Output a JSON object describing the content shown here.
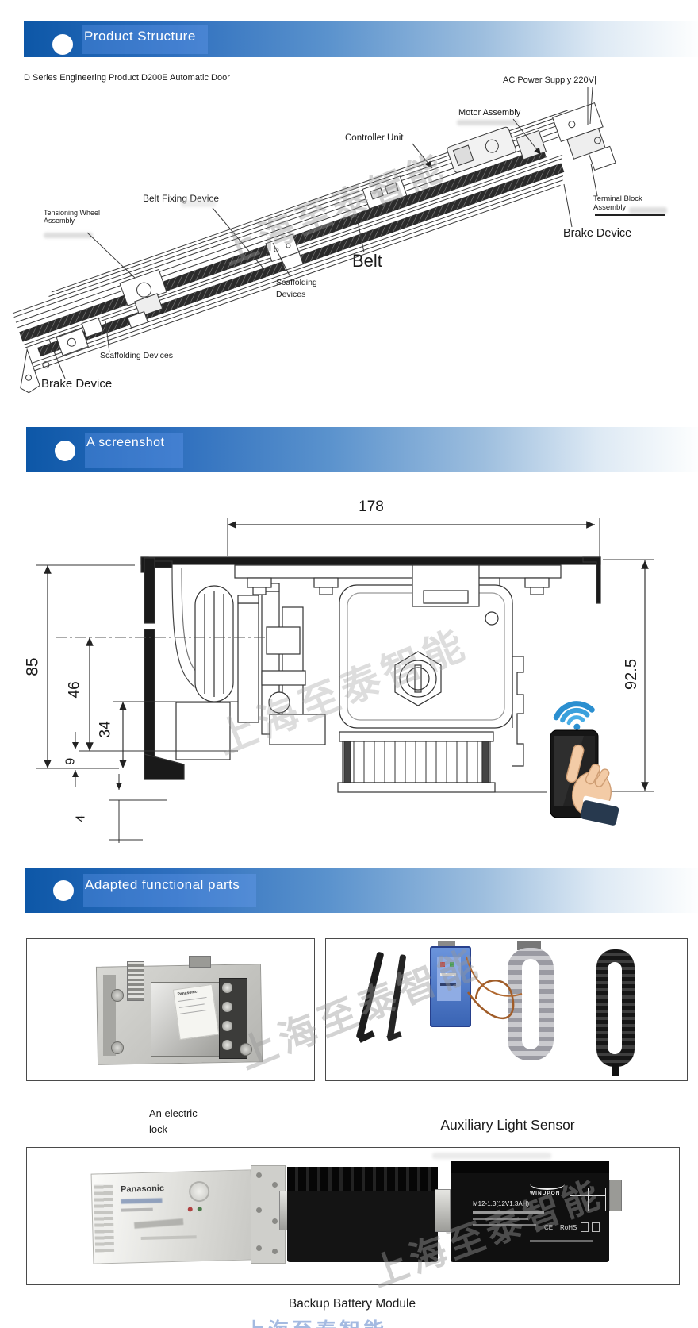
{
  "banners": {
    "product_structure": "Product Structure",
    "screenshot": "A screenshot",
    "adapted_parts": "Adapted functional parts"
  },
  "diagram": {
    "title": "D Series Engineering Product D200E Automatic Door",
    "ac_power": "AC Power Supply 220V|",
    "motor": "Motor Assembly",
    "controller": "Controller Unit",
    "belt_fixing": "Belt Fixing Device",
    "terminal_line1": "Terminal Block",
    "terminal_line2": "Assembly",
    "brake_right": "Brake Device",
    "tension_line1": "Tensioning Wheel",
    "tension_line2": "Assembly",
    "belt": "Belt",
    "scaffold_mid_line1": "Scaffolding",
    "scaffold_mid_line2": "Devices",
    "scaffold_left": "Scaffolding Devices",
    "brake_left": "Brake Device"
  },
  "drawing": {
    "dim_width": "178",
    "dim_85": "85",
    "dim_46": "46",
    "dim_34": "34",
    "dim_9": "9",
    "dim_4": "4",
    "dim_right": "92.5"
  },
  "parts": {
    "lock_line1": "An electric",
    "lock_line2": "lock",
    "sensor": "Auxiliary Light Sensor",
    "battery": "Backup Battery Module",
    "lock_brand": "Panasonic",
    "ctrl_brand": "Panasonic",
    "battery_brand": "WINUPON",
    "battery_model": "M12-1.3(12V1.3AH)",
    "cert_ce": "CE",
    "cert_rohs": "RoHS"
  },
  "watermark": "上海至泰智能"
}
